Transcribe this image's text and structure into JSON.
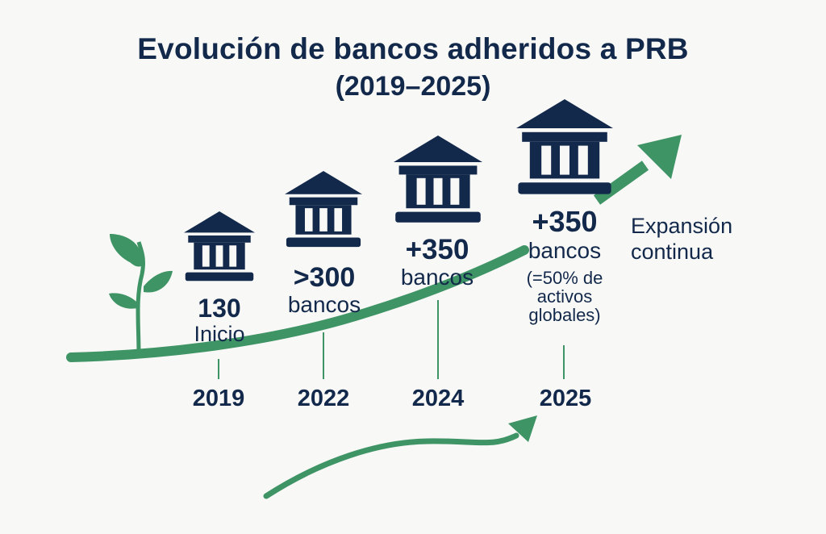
{
  "title": {
    "line1": "Evolución de bancos adheridos a PRB",
    "line2": "(2019–2025)"
  },
  "colors": {
    "navy": "#13294b",
    "green": "#3f9466",
    "background": "#f8f8f6"
  },
  "milestones": [
    {
      "year": "2019",
      "value": "130",
      "label": "Inicio",
      "icon": "bank-icon"
    },
    {
      "year": "2022",
      "value": ">300",
      "label": "bancos",
      "icon": "bank-icon"
    },
    {
      "year": "2024",
      "value": "+350",
      "label": "bancos",
      "icon": "bank-icon"
    },
    {
      "year": "2025",
      "value": "+350",
      "label": "bancos",
      "note_line1": "(=50% de",
      "note_line2": "activos",
      "note_line3": "globales)",
      "icon": "bank-icon"
    }
  ],
  "annotation": {
    "line1": "Expansión",
    "line2": "continua"
  },
  "icons": {
    "plant": "sprout-icon",
    "trend_arrow": "growth-arrow-icon",
    "bottom_arrow": "curved-arrow-icon"
  },
  "chart_data": {
    "type": "line",
    "title": "Evolución de bancos adheridos a PRB (2019–2025)",
    "categories": [
      "2019",
      "2022",
      "2024",
      "2025"
    ],
    "series": [
      {
        "name": "Bancos adheridos",
        "values": [
          130,
          300,
          350,
          350
        ],
        "labels": [
          "130 Inicio",
          ">300 bancos",
          "+350 bancos",
          "+350 bancos (=50% de activos globales)"
        ]
      }
    ],
    "xlabel": "",
    "ylabel": "",
    "annotations": [
      "Expansión continua"
    ]
  }
}
